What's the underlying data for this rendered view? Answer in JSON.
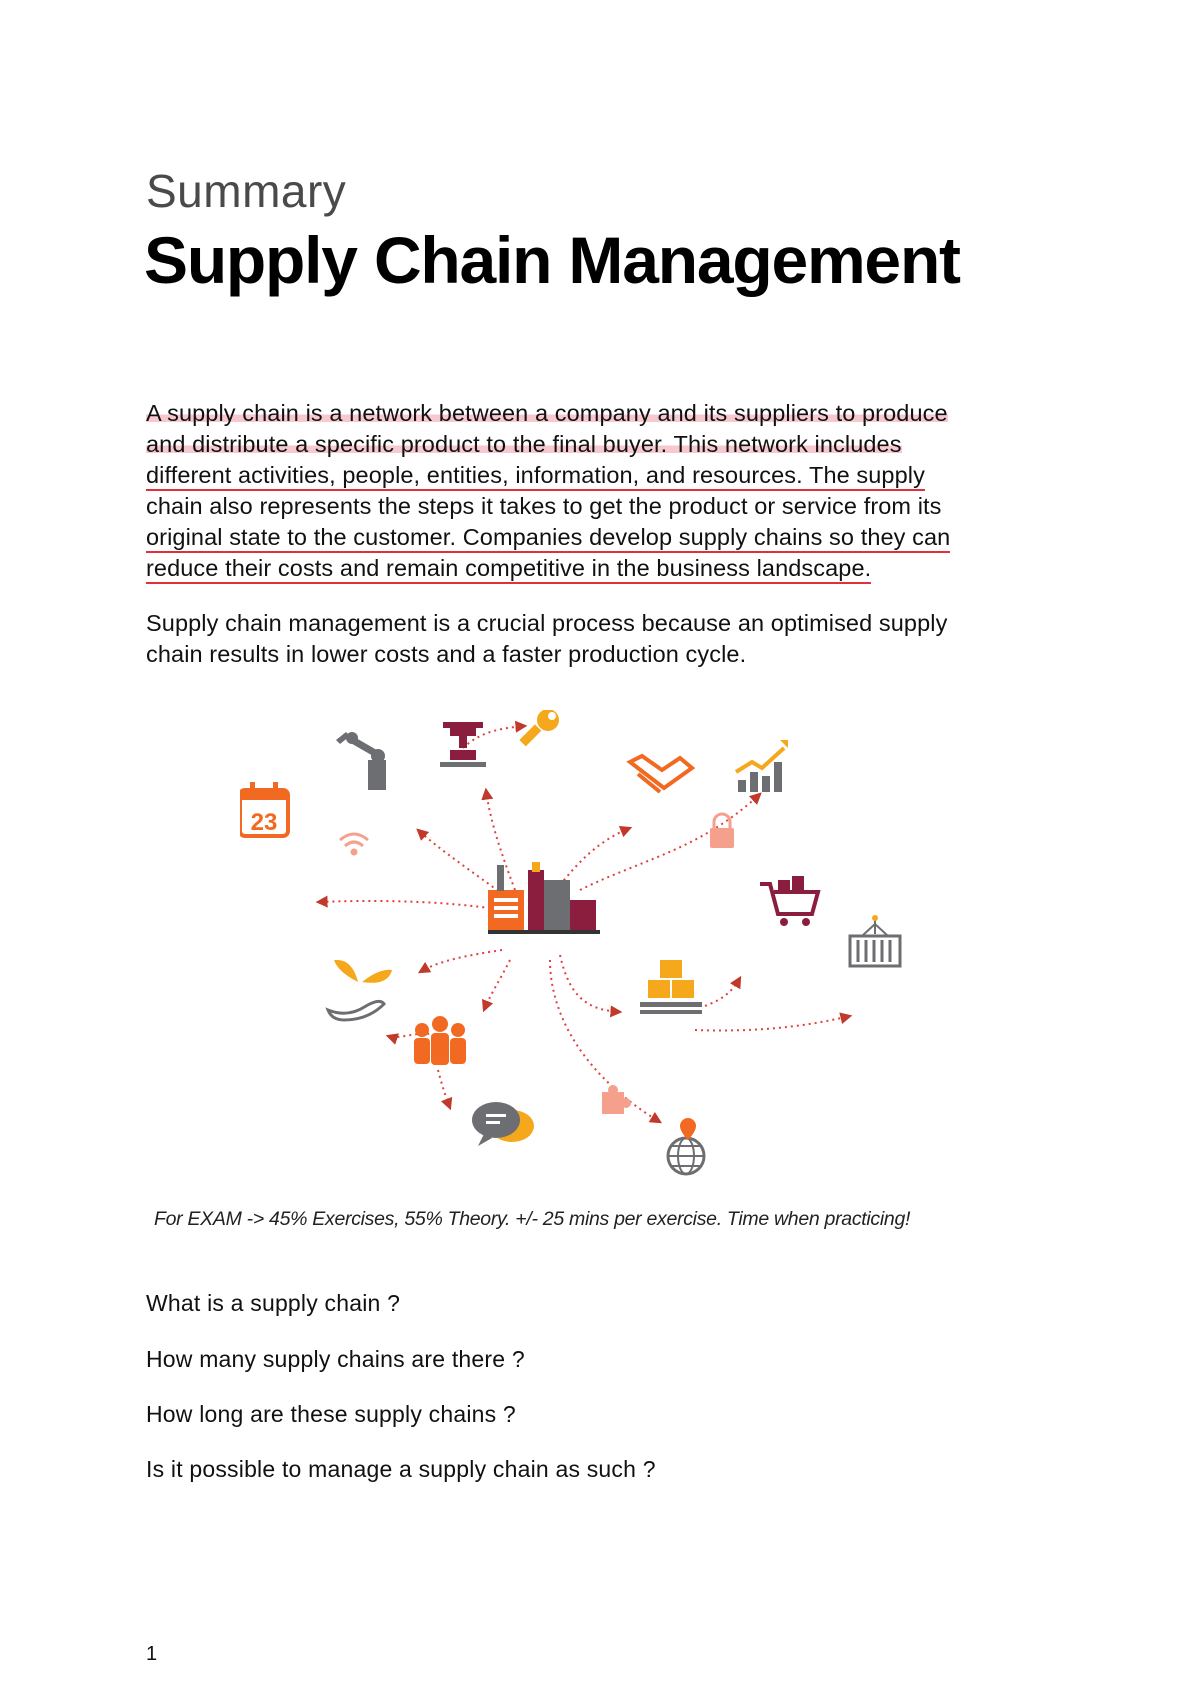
{
  "header": {
    "subtitle": "Summary",
    "title": "Supply Chain Management"
  },
  "paragraph1": {
    "lines": [
      "A supply chain is a network between a company and its suppliers to produce",
      "and distribute a specific product to the final buyer. This network includes",
      "different activities, people, entities, information, and resources. The supply",
      "chain also represents the steps it takes to get the product or service from its",
      "original state to the customer. Companies develop supply chains so they can",
      "reduce their costs and remain competitive in the business landscape."
    ]
  },
  "paragraph2": {
    "lines": [
      "Supply chain management is a crucial process because an optimised supply",
      "chain results in lower costs and a faster production cycle."
    ]
  },
  "diagram": {
    "calendar_number": "23",
    "icons": [
      "factory-icon",
      "wrench-icon",
      "press-machine-icon",
      "robot-arm-icon",
      "calendar-icon",
      "wifi-icon",
      "handshake-icon",
      "growth-chart-icon",
      "lock-icon",
      "shopping-cart-icon",
      "container-icon",
      "pallet-boxes-icon",
      "puzzle-icon",
      "globe-location-icon",
      "chat-bubbles-icon",
      "people-group-icon",
      "plant-hand-icon"
    ],
    "colors": {
      "orange": "#f26a21",
      "amber": "#f5a81c",
      "maroon": "#8b1e3f",
      "gray": "#6d6e71",
      "salmon": "#f4a08c",
      "arrow": "#e0403c"
    }
  },
  "exam_note": "For EXAM -> 45% Exercises, 55% Theory. +/- 25 mins per exercise. Time when practicing!",
  "questions": [
    "What is a supply chain ?",
    "How many supply chains are there ?",
    "How long are these supply chains ?",
    "Is it possible to manage a supply chain as such ?"
  ],
  "page_number": "1"
}
